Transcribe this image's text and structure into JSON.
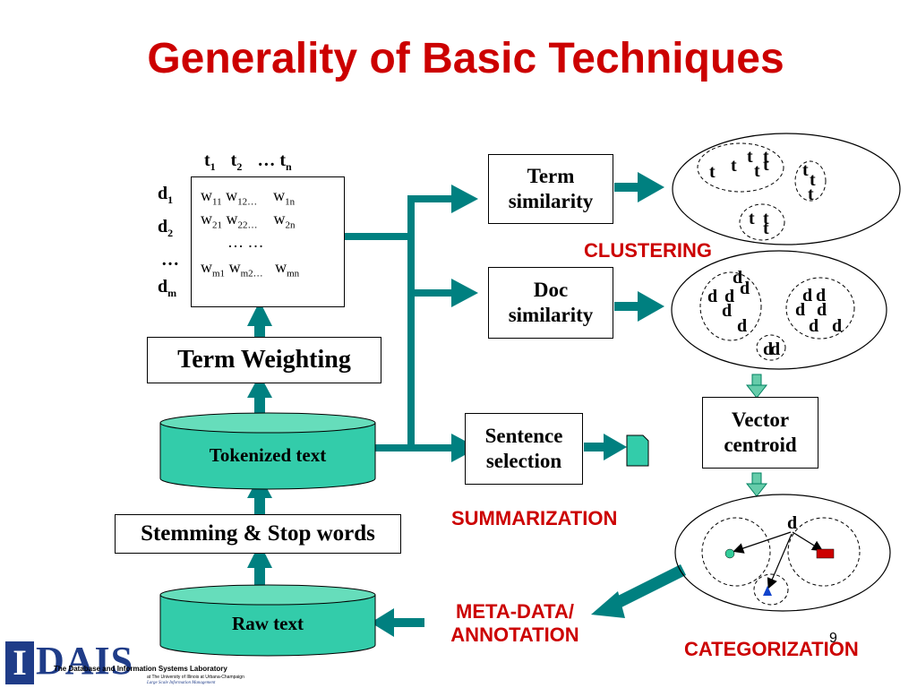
{
  "title": "Generality of Basic Techniques",
  "matrix": {
    "col_headers": [
      "t1",
      "t2",
      "… tn"
    ],
    "row_labels": [
      "d1",
      "d2",
      "…",
      "dm"
    ],
    "rows": [
      "w11 w12… w1n",
      "w21 w22… w2n",
      "… …",
      "wm1 wm2… wmn"
    ]
  },
  "boxes": {
    "term_weighting": "Term Weighting",
    "tokenized_text": "Tokenized text",
    "stemming": "Stemming & Stop words",
    "raw_text": "Raw text",
    "term_similarity_1": "Term",
    "term_similarity_2": "similarity",
    "doc_similarity_1": "Doc",
    "doc_similarity_2": "similarity",
    "sentence_selection_1": "Sentence",
    "sentence_selection_2": "selection",
    "vector_centroid_1": "Vector",
    "vector_centroid_2": "centroid"
  },
  "labels": {
    "clustering": "CLUSTERING",
    "summarization": "SUMMARIZATION",
    "meta_data_1": "META-DATA/",
    "meta_data_2": "ANNOTATION",
    "categorization": "CATEGORIZATION",
    "page_number": "9"
  },
  "cluster_letters": {
    "term": "t",
    "doc": "d"
  },
  "logo": {
    "mark": "DAIS",
    "line1": "The Database and Information Systems Laboratory",
    "line2": "at The University of Illinois at Urbana-Champaign",
    "line3": "Large Scale Information Management"
  },
  "colors": {
    "title_red": "#cc0000",
    "arrow_teal": "#008080",
    "cylinder_fill": "#33ccaa",
    "centroid_arrow": "#66ccaa",
    "logo_blue": "#1f3c88"
  }
}
